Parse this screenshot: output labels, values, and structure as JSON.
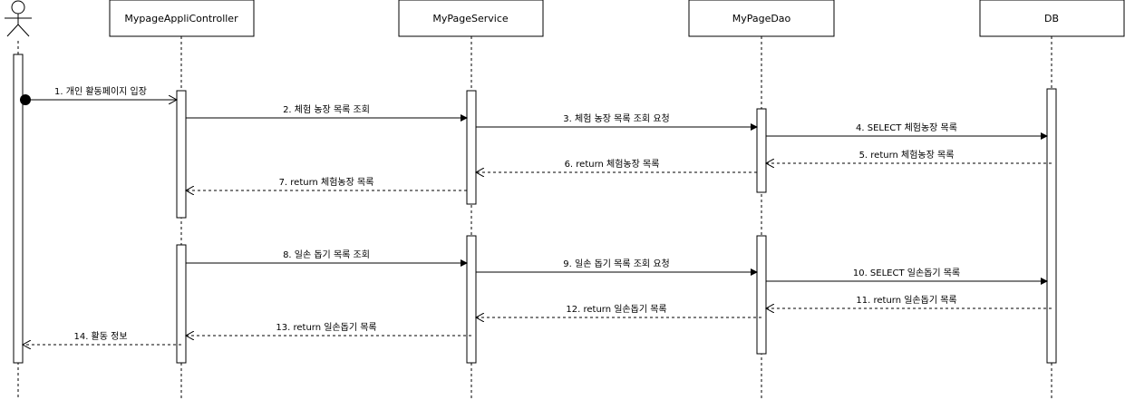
{
  "participants": [
    {
      "id": "actor",
      "name": ""
    },
    {
      "id": "controller",
      "name": "MypageAppliController"
    },
    {
      "id": "service",
      "name": "MyPageService"
    },
    {
      "id": "dao",
      "name": "MyPageDao"
    },
    {
      "id": "db",
      "name": "DB"
    }
  ],
  "messages": [
    {
      "num": 1,
      "label": "1. 개인 활동페이지 입장",
      "from": "actor",
      "to": "controller",
      "style": "sync"
    },
    {
      "num": 2,
      "label": "2. 체험 농장 목록 조회",
      "from": "controller",
      "to": "service",
      "style": "sync"
    },
    {
      "num": 3,
      "label": "3. 체험 농장 목록 조회 요청",
      "from": "service",
      "to": "dao",
      "style": "sync"
    },
    {
      "num": 4,
      "label": "4. SELECT 체험농장 목록",
      "from": "dao",
      "to": "db",
      "style": "sync"
    },
    {
      "num": 5,
      "label": "5. return 체험농장 목록",
      "from": "db",
      "to": "dao",
      "style": "return"
    },
    {
      "num": 6,
      "label": "6. return 체험농장 목록",
      "from": "dao",
      "to": "service",
      "style": "return"
    },
    {
      "num": 7,
      "label": "7.  return 체험농장 목록",
      "from": "service",
      "to": "controller",
      "style": "return"
    },
    {
      "num": 8,
      "label": "8. 일손 돕기 목록 조회",
      "from": "controller",
      "to": "service",
      "style": "sync"
    },
    {
      "num": 9,
      "label": "9. 일손 돕기 목록 조회 요청",
      "from": "service",
      "to": "dao",
      "style": "sync"
    },
    {
      "num": 10,
      "label": "10. SELECT 일손돕기 목록",
      "from": "dao",
      "to": "db",
      "style": "sync"
    },
    {
      "num": 11,
      "label": "11. return 일손돕기 목록",
      "from": "db",
      "to": "dao",
      "style": "return"
    },
    {
      "num": 12,
      "label": "12. return 일손돕기 목록",
      "from": "dao",
      "to": "service",
      "style": "return"
    },
    {
      "num": 13,
      "label": "13. return 일손돕기 목록",
      "from": "service",
      "to": "controller",
      "style": "return"
    },
    {
      "num": 14,
      "label": "14. 활동 정보",
      "from": "controller",
      "to": "actor",
      "style": "return"
    }
  ]
}
